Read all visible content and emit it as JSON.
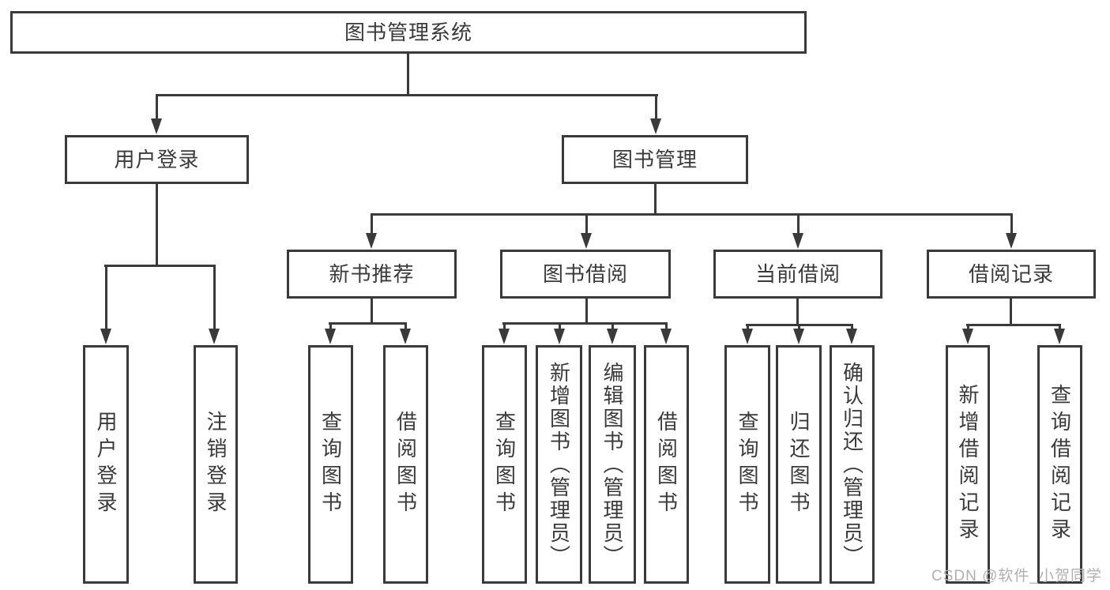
{
  "tree": {
    "label": "图书管理系统",
    "children": [
      {
        "label": "用户登录",
        "children": [
          {
            "label": "用户登录"
          },
          {
            "label": "注销登录"
          }
        ]
      },
      {
        "label": "图书管理",
        "children": [
          {
            "label": "新书推荐",
            "children": [
              {
                "label": "查询图书"
              },
              {
                "label": "借阅图书"
              }
            ]
          },
          {
            "label": "图书借阅",
            "children": [
              {
                "label": "查询图书"
              },
              {
                "label": "新增图书（管理员）"
              },
              {
                "label": "编辑图书（管理员）"
              },
              {
                "label": "借阅图书"
              }
            ]
          },
          {
            "label": "当前借阅",
            "children": [
              {
                "label": "查询图书"
              },
              {
                "label": "归还图书"
              },
              {
                "label": "确认归还（管理员）"
              }
            ]
          },
          {
            "label": "借阅记录",
            "children": [
              {
                "label": "新增借阅记录"
              },
              {
                "label": "查询借阅记录"
              }
            ]
          }
        ]
      }
    ]
  },
  "watermark": {
    "text": "CSDN @软件_小贺同学"
  },
  "colors": {
    "line": "#3a3a3a",
    "text": "#3a3a3a",
    "watermark": "#b0b0b0",
    "background": "#ffffff"
  }
}
